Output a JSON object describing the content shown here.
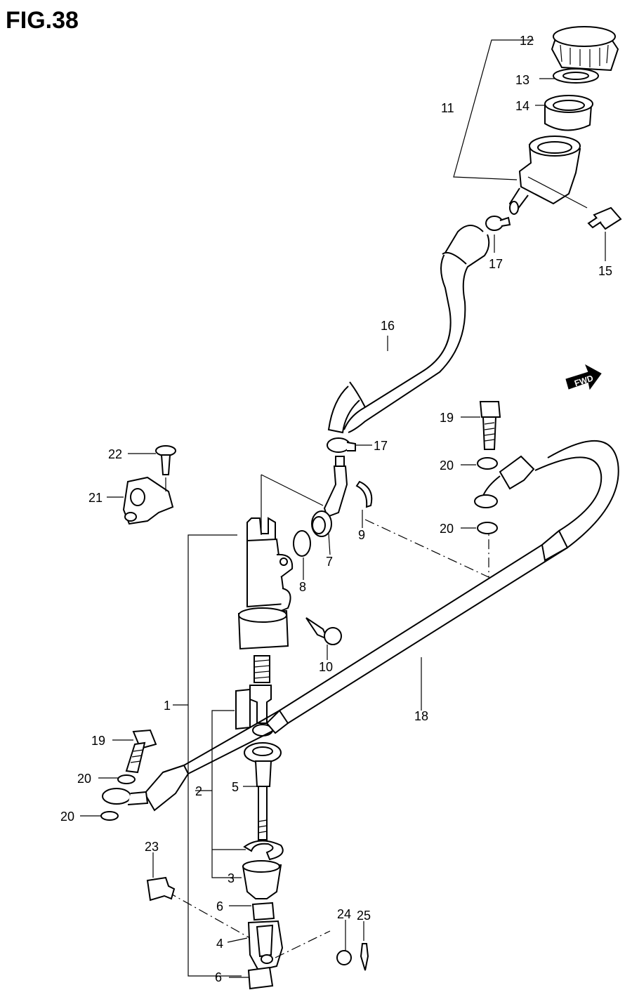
{
  "figure": {
    "title": "FIG.38"
  },
  "callouts": {
    "c1": "1",
    "c2": "2",
    "c3": "3",
    "c4": "4",
    "c5": "5",
    "c6a": "6",
    "c6b": "6",
    "c7": "7",
    "c8": "8",
    "c9": "9",
    "c10": "10",
    "c11": "11",
    "c12": "12",
    "c13": "13",
    "c14": "14",
    "c15": "15",
    "c16": "16",
    "c17a": "17",
    "c17b": "17",
    "c18": "18",
    "c19a": "19",
    "c19b": "19",
    "c20a": "20",
    "c20b": "20",
    "c20c": "20",
    "c20d": "20",
    "c21": "21",
    "c22": "22",
    "c23": "23",
    "c24": "24",
    "c25": "25"
  },
  "fwd_label": "FWD",
  "icons": {
    "fwd": "fwd-arrow-icon"
  }
}
